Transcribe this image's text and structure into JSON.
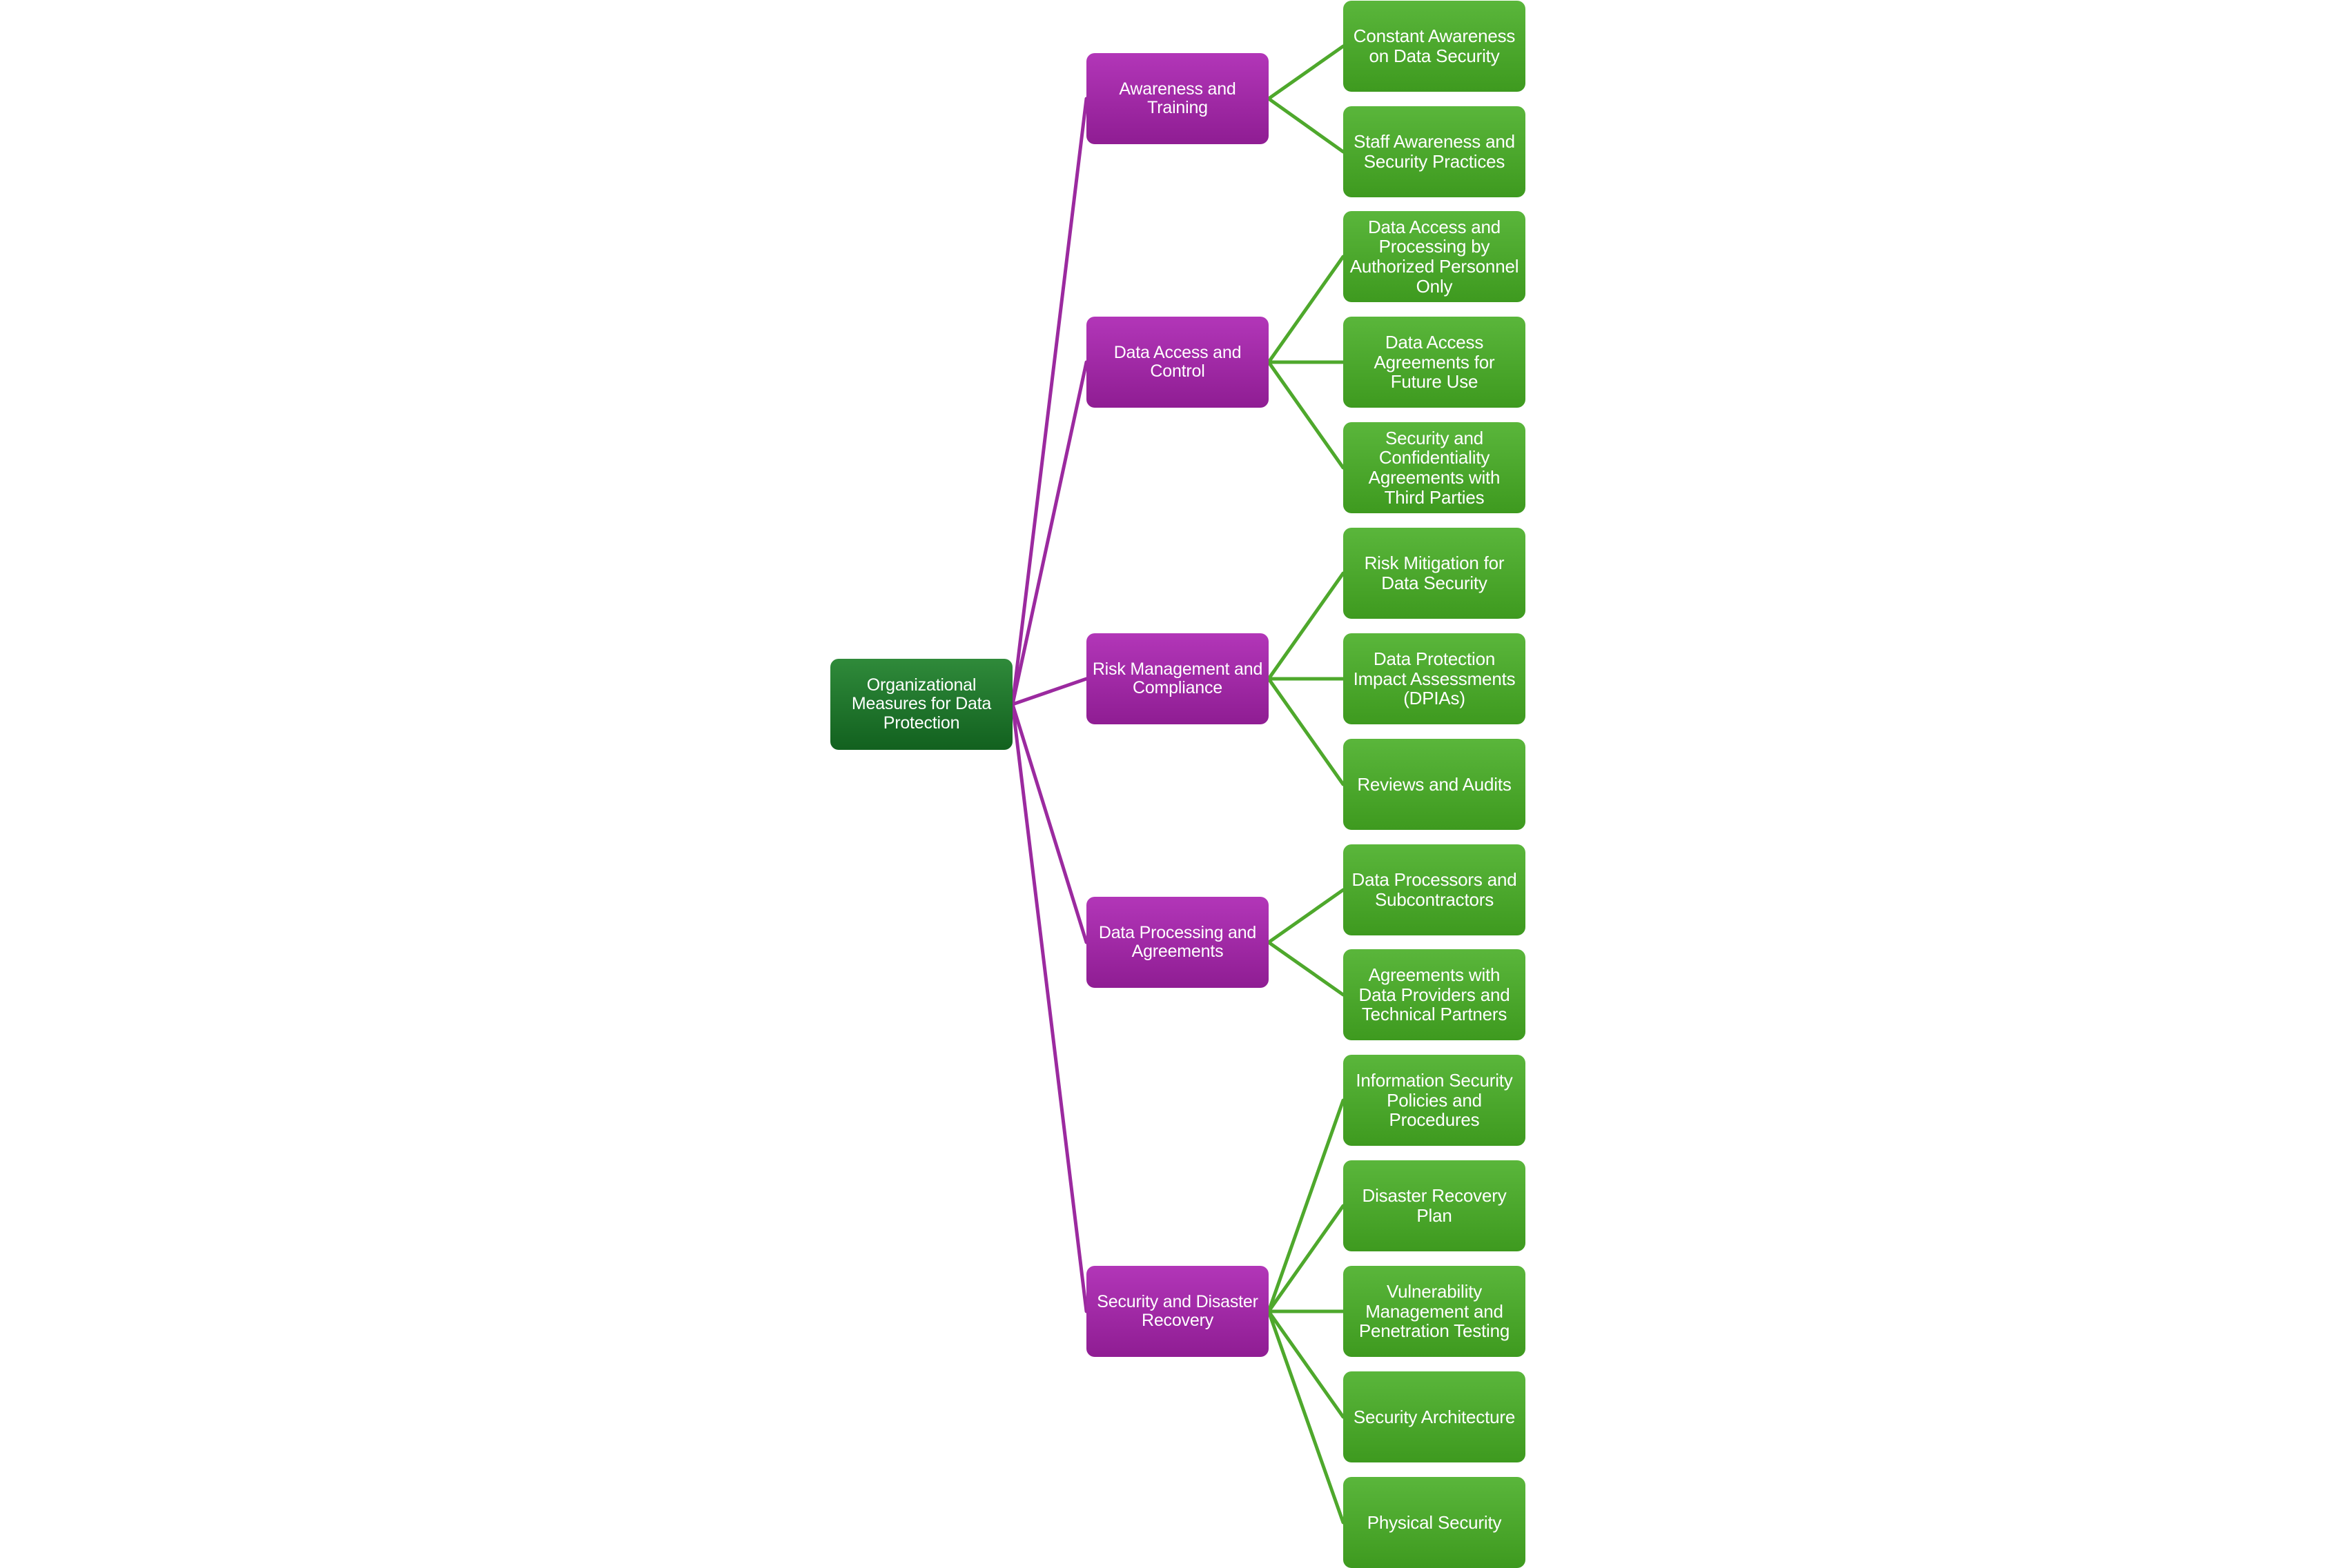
{
  "diagram": {
    "root": {
      "label": "Organizational Measures for Data Protection"
    },
    "categories": [
      {
        "label": "Awareness and Training",
        "children": [
          "Constant Awareness on Data Security",
          "Staff Awareness and Security Practices"
        ]
      },
      {
        "label": "Data Access and Control",
        "children": [
          "Data Access and Processing by Authorized Personnel Only",
          "Data Access Agreements for Future Use",
          "Security and Confidentiality Agreements with Third Parties"
        ]
      },
      {
        "label": "Risk Management and Compliance",
        "children": [
          "Risk Mitigation for Data Security",
          "Data Protection Impact Assessments (DPIAs)",
          "Reviews and Audits"
        ]
      },
      {
        "label": "Data Processing and Agreements",
        "children": [
          "Data Processors and Subcontractors",
          "Agreements with Data Providers and Technical Partners"
        ]
      },
      {
        "label": "Security and Disaster Recovery",
        "children": [
          "Information Security Policies and Procedures",
          "Disaster Recovery Plan",
          "Vulnerability Management and Penetration Testing",
          "Security Architecture",
          "Physical Security"
        ]
      }
    ],
    "colors": {
      "root": "#1e7a2c",
      "category": "#a12aa6",
      "leaf": "#4ea82c",
      "category_connector": "#9b2a9f",
      "leaf_connector": "#4ea82c"
    }
  }
}
